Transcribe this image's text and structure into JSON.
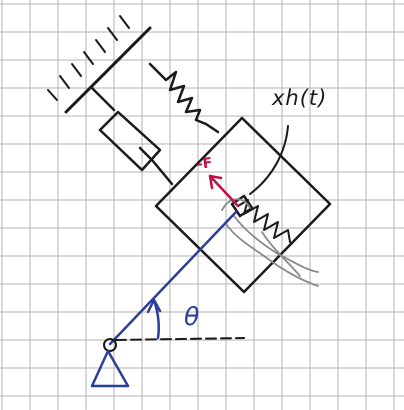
{
  "labels": {
    "displacement": "xh(t)",
    "force": "-F",
    "angle": "θ"
  },
  "colors": {
    "ink": "#1a1a1a",
    "accent_blue": "#2b3f9a",
    "force_red": "#c01048",
    "grid": "#9a9a9a",
    "background": "#ffffff"
  }
}
